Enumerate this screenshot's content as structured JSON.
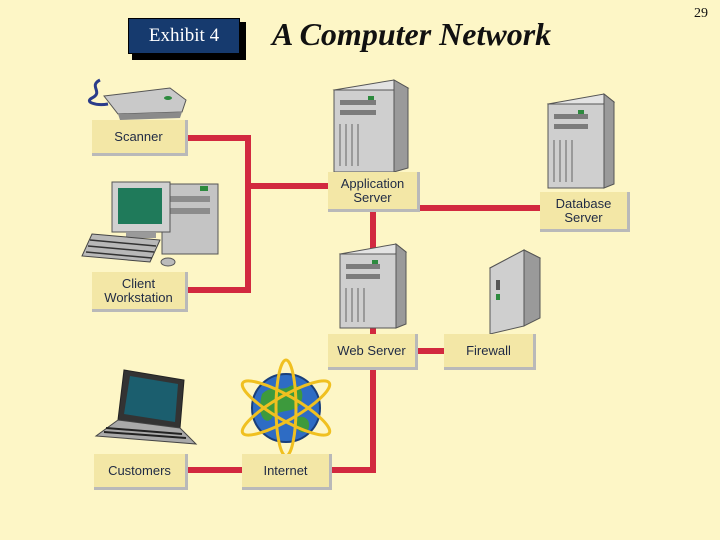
{
  "header": {
    "exhibit_label": "Exhibit 4",
    "title": "A Computer Network",
    "page_number": "29"
  },
  "nodes": {
    "scanner": "Scanner",
    "client_workstation": [
      "Client",
      "Workstation"
    ],
    "customers": "Customers",
    "internet": "Internet",
    "application_server": [
      "Application",
      "Server"
    ],
    "database_server": [
      "Database",
      "Server"
    ],
    "web_server": "Web Server",
    "firewall": "Firewall"
  },
  "colors": {
    "background": "#fdf6c6",
    "connector": "#d2293f",
    "label_fill": "#f3e7a6",
    "badge": "#163a6e"
  },
  "icons": [
    "scanner-icon",
    "workstation-icon",
    "laptop-icon",
    "globe-icon",
    "server-icon",
    "firewall-icon"
  ]
}
